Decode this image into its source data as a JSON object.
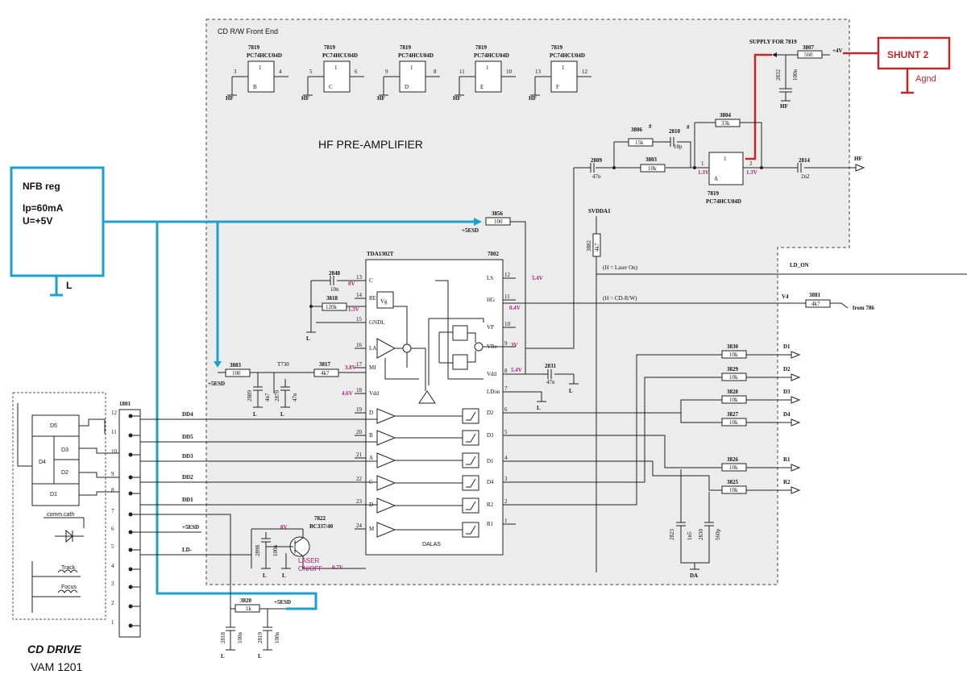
{
  "front_end_title": "CD R/W Front End",
  "hf_preamp_title": "HF PRE-AMPLIFIER",
  "inverters": [
    {
      "ref": "7819",
      "part": "PC74HCU04D",
      "num": "1",
      "letter": "B",
      "pin_in": "3",
      "pin_out": "4",
      "gnd": "HF"
    },
    {
      "ref": "7819",
      "part": "PC74HCU04D",
      "num": "1",
      "letter": "C",
      "pin_in": "5",
      "pin_out": "6",
      "gnd": "HF"
    },
    {
      "ref": "7819",
      "part": "PC74HCU04D",
      "num": "1",
      "letter": "D",
      "pin_in": "9",
      "pin_out": "8",
      "gnd": "HF"
    },
    {
      "ref": "7819",
      "part": "PC74HCU04D",
      "num": "1",
      "letter": "E",
      "pin_in": "11",
      "pin_out": "10",
      "gnd": "HF"
    },
    {
      "ref": "7819",
      "part": "PC74HCU04D",
      "num": "1",
      "letter": "F",
      "pin_in": "13",
      "pin_out": "12",
      "gnd": "HF"
    }
  ],
  "supply": {
    "label": "SUPPLY FOR 7819",
    "res_ref": "3807",
    "res_val": "560",
    "voltage": "+4V",
    "cap_ref": "2832",
    "cap_val": "100n",
    "gnd": "HF"
  },
  "shunt": {
    "label": "SHUNT 2",
    "gnd": "Agnd"
  },
  "hf_amp": {
    "r3804_ref": "3804",
    "r3804_val": "33k",
    "r3806_ref": "3806",
    "r3806_val": "15k",
    "mark1": "#",
    "c2810_ref": "2810",
    "c2810_val": "18p",
    "mark2": "#",
    "c2809_ref": "2809",
    "c2809_val": "47n",
    "r3803_ref": "3803",
    "r3803_val": "10k",
    "pin1": "1",
    "pin2": "2",
    "v_in": "1.3V",
    "v_out": "1.3V",
    "num": "1",
    "letter": "A",
    "ref": "7819",
    "part": "PC74HCU04D",
    "c2814_ref": "2814",
    "c2814_val": "2n2",
    "out": "HF"
  },
  "svdda": {
    "label": "SVDDA1",
    "res_ref": "3882",
    "res_val": "4k7"
  },
  "nfb": {
    "title": "NFB reg",
    "ip": "Ip=60mA",
    "u": "U=+5V",
    "gnd": "L"
  },
  "r3856": {
    "ref": "3856",
    "val": "100",
    "net": "+5ESD"
  },
  "ic": {
    "name": "TDA1302T",
    "ref": "7802",
    "label": "DALAS",
    "left_pins": [
      "13",
      "14",
      "15",
      "16",
      "17",
      "18",
      "19",
      "20",
      "21",
      "22",
      "23",
      "24"
    ],
    "left_names": [
      "C",
      "RE",
      "GNDL",
      "LA",
      "MI",
      "Vdd",
      "D",
      "B",
      "A",
      "C",
      "D",
      "M"
    ],
    "right_pins": [
      "12",
      "11",
      "10",
      "9",
      "8",
      "7",
      "6",
      "5",
      "4",
      "3",
      "2",
      "1"
    ],
    "right_names": [
      "LS",
      "HG",
      "VP",
      "VRe",
      "Vdd",
      "LDon",
      "D2",
      "D3",
      "D1",
      "D4",
      "R2",
      "R1"
    ],
    "vg": "Vg"
  },
  "volts": {
    "v13": "0V",
    "v14": "1.3V",
    "v17": "3.8V",
    "v18": "4.6V",
    "v12": "5.4V",
    "v11": "0.4V",
    "v9": "3V",
    "v8": "5.4V",
    "led": "0V",
    "laser": "0.7V"
  },
  "left_parts": {
    "c2848_ref": "2848",
    "c2848_val": "10n",
    "r3818_ref": "3818",
    "r3818_val": "120k",
    "r3883_ref": "3883",
    "r3883_val": "100",
    "esd": "+5ESD",
    "t730": "T730",
    "c2889_ref": "2889",
    "c2889_val": "4n7",
    "c2870_ref": "2870",
    "c2870_val": "47n",
    "r3817_ref": "3817",
    "r3817_val": "4k7",
    "c2831_ref": "2831",
    "c2831_val": "47n"
  },
  "right_signals": {
    "laser_on": "(H = Laser On)",
    "ld_on": "LD_ON",
    "cd_rw": "(H = CD-R/W)",
    "v4": "V4",
    "r3881_ref": "3881",
    "r3881_val": "4k7",
    "from": "from 786"
  },
  "outputs": [
    {
      "ref": "3830",
      "val": "10k",
      "net": "D1"
    },
    {
      "ref": "3829",
      "val": "10k",
      "net": "D2"
    },
    {
      "ref": "3828",
      "val": "10k",
      "net": "D3"
    },
    {
      "ref": "3827",
      "val": "10k",
      "net": "D4"
    },
    {
      "ref": "3826",
      "val": "10k",
      "net": "R1"
    },
    {
      "ref": "3825",
      "val": "10k",
      "net": "R2"
    }
  ],
  "out_caps": {
    "c1_ref": "2823",
    "c1_val": "1n5",
    "c2_ref": "2830",
    "c2_val": "560p",
    "gnd": "DA"
  },
  "connector": {
    "ref": "1801",
    "pins": [
      "12",
      "11",
      "10",
      "9",
      "8",
      "7",
      "6",
      "5",
      "4",
      "3",
      "2",
      "1"
    ]
  },
  "conn_nets": [
    "DD4",
    "DD5",
    "DD3",
    "DD2",
    "DD1",
    "+5ESD",
    "LD-"
  ],
  "transistor": {
    "ref": "7822",
    "part": "BC337/40",
    "label1": "LASER",
    "label2": "ON/OFF",
    "cap_ref": "2898",
    "cap_val": "100n"
  },
  "bottom": {
    "r3820_ref": "3820",
    "r3820_val": "1k",
    "esd": "+5ESD",
    "c2818_ref": "2818",
    "c2818_val": "100n",
    "c2819_ref": "2819",
    "c2819_val": "100n"
  },
  "drive": {
    "title": "CD DRIVE",
    "model": "VAM 1201",
    "d_labels": [
      "D5",
      "D3",
      "D4",
      "D2",
      "D1"
    ],
    "comm": "comm.cath",
    "track": "Track",
    "focus": "Focus"
  },
  "gnd_L": "L"
}
